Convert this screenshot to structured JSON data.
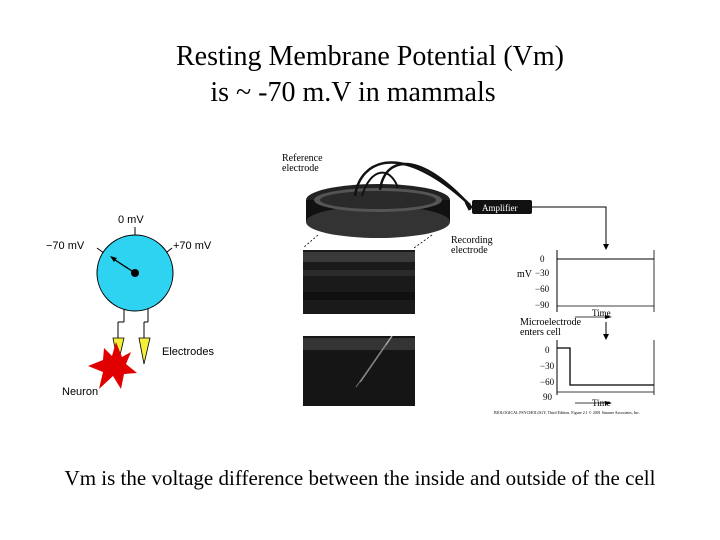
{
  "slide": {
    "title_line1": "Resting Membrane Potential (Vm)",
    "title_line2": "is ~ -70 m.V in mammals",
    "caption": "Vm is the voltage difference between the inside and outside of the cell"
  },
  "dial": {
    "top_label": "0 mV",
    "left_label": "−70 mV",
    "right_label": "+70 mV",
    "electrodes_label": "Electrodes",
    "neuron_label": "Neuron"
  },
  "apparatus": {
    "reference_electrode": "Reference electrode",
    "amplifier": "Amplifier",
    "recording_electrode": "Recording electrode",
    "unit": "mV",
    "ticks_top": [
      "0",
      "−30",
      "−60",
      "−90"
    ],
    "time_top": "Time",
    "microelectrode": "Microelectrode enters cell",
    "ticks_bottom": [
      "0",
      "−30",
      "−60",
      "90"
    ],
    "time_bottom": "Time",
    "credit": "BIOLOGICAL PSYCHOLOGY, Third Edition, Figure 2.1 © 2001 Sinauer Associates, Inc."
  },
  "colors": {
    "dial_fill": "#2fd3f2",
    "electrode_tip": "#f4ef3a",
    "neuron": "#e00000"
  }
}
